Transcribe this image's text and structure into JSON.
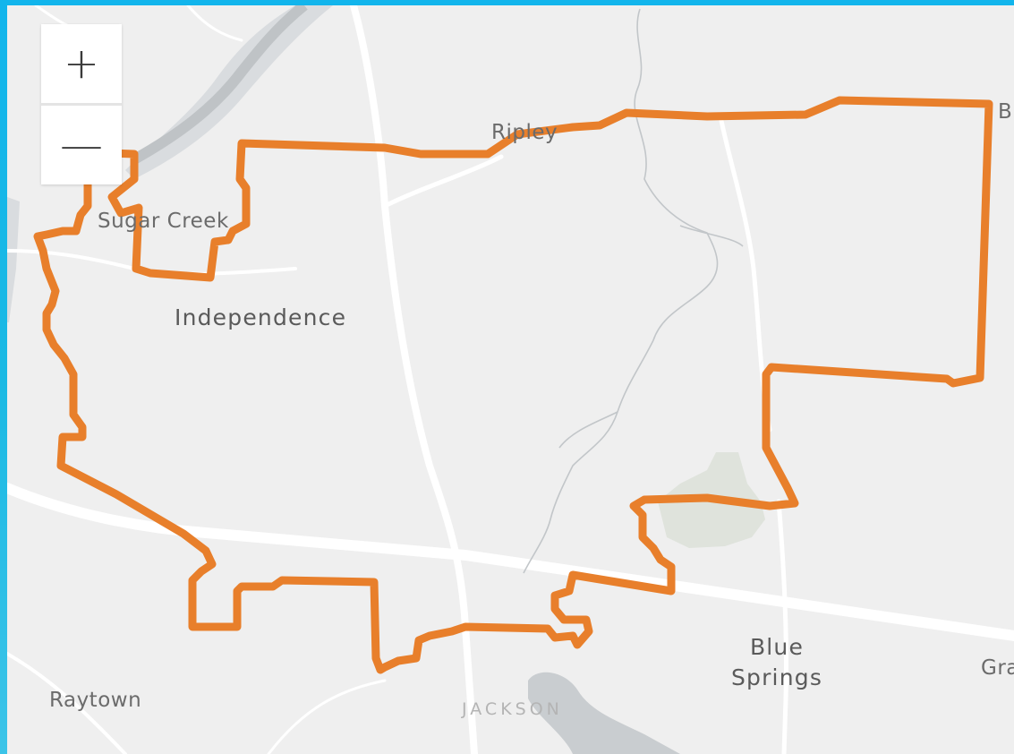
{
  "zoom": {
    "in_label": "+",
    "out_label": "—"
  },
  "places": {
    "sugar_creek": "Sugar Creek",
    "independence": "Independence",
    "ripley": "Ripley",
    "blue_springs_line1": "Blue",
    "blue_springs_line2": "Springs",
    "raytown": "Raytown",
    "jackson": "JACKSON",
    "grain_valley_partial": "Gra",
    "buckner_partial": "B"
  },
  "colors": {
    "boundary": "#e87f2b",
    "background": "#efefef",
    "road": "#ffffff",
    "water": "#c9cdd0",
    "park": "#dfe3dc",
    "frame": "#18b6e6"
  }
}
